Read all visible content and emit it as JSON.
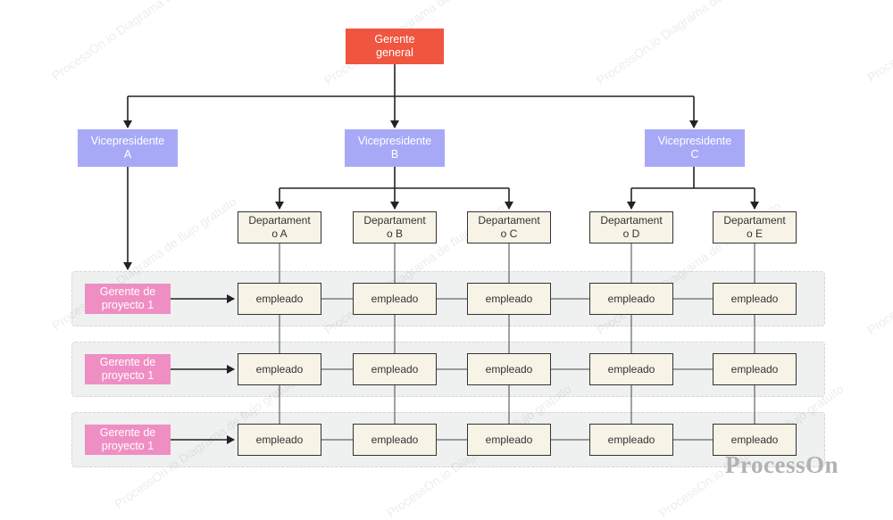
{
  "brand": "ProcessOn",
  "watermarks": [
    "ProcessOn.io Diagrama de flujo gratuito"
  ],
  "general_manager": {
    "line1": "Gerente",
    "line2": "general"
  },
  "vice_presidents": [
    {
      "line1": "Vicepresidente",
      "line2": "A"
    },
    {
      "line1": "Vicepresidente",
      "line2": "B"
    },
    {
      "line1": "Vicepresidente",
      "line2": "C"
    }
  ],
  "departments": [
    {
      "line1": "Departament",
      "line2": "o A"
    },
    {
      "line1": "Departament",
      "line2": "o B"
    },
    {
      "line1": "Departament",
      "line2": "o C"
    },
    {
      "line1": "Departament",
      "line2": "o D"
    },
    {
      "line1": "Departament",
      "line2": "o E"
    }
  ],
  "project_managers": [
    {
      "line1": "Gerente de",
      "line2": "proyecto 1"
    },
    {
      "line1": "Gerente de",
      "line2": "proyecto 1"
    },
    {
      "line1": "Gerente de",
      "line2": "proyecto 1"
    }
  ],
  "employee_label": "empleado",
  "colors": {
    "general_manager": "#f0553f",
    "vice_president": "#a7a9f7",
    "project_manager": "#ef8ec2",
    "department_fill": "#f7f3e6",
    "band_fill": "#eef1ef"
  }
}
